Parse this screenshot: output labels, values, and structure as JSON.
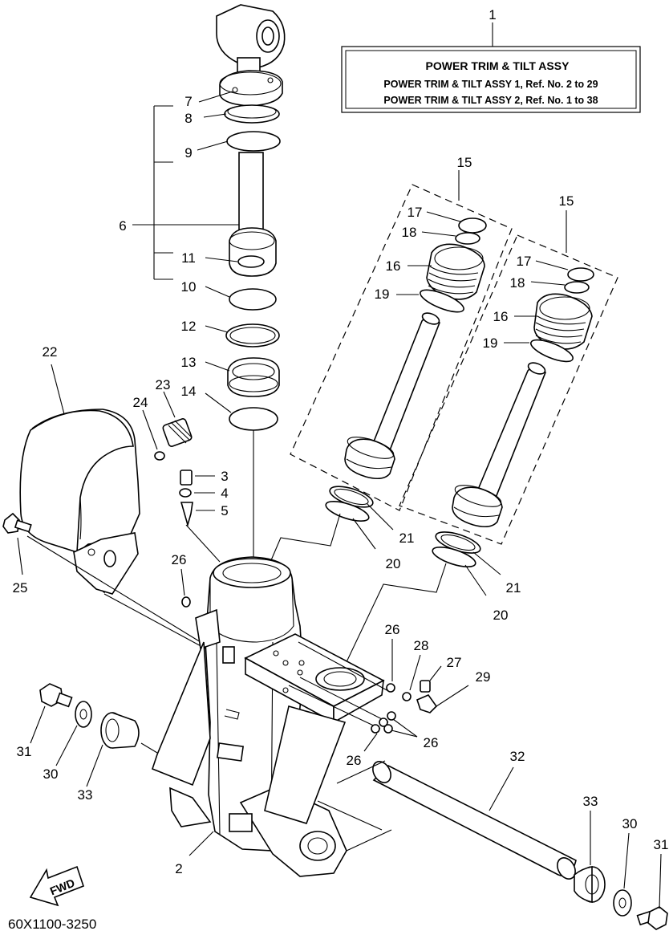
{
  "title_box": {
    "ref": "1",
    "title": "POWER TRIM  &  TILT ASSY",
    "line1": "POWER TRIM & TILT ASSY 1,  Ref. No. 2 to 29",
    "line2": "POWER TRIM & TILT ASSY 2,  Ref. No. 1 to 38"
  },
  "callouts": {
    "c2": "2",
    "c3": "3",
    "c4": "4",
    "c5": "5",
    "c6": "6",
    "c7": "7",
    "c8": "8",
    "c9": "9",
    "c10": "10",
    "c11": "11",
    "c12": "12",
    "c13": "13",
    "c14": "14",
    "c15a": "15",
    "c15b": "15",
    "c16a": "16",
    "c16b": "16",
    "c17a": "17",
    "c17b": "17",
    "c18a": "18",
    "c18b": "18",
    "c19a": "19",
    "c19b": "19",
    "c20a": "20",
    "c20b": "20",
    "c21a": "21",
    "c21b": "21",
    "c22": "22",
    "c23": "23",
    "c24": "24",
    "c25": "25",
    "c26a": "26",
    "c26b": "26",
    "c26c": "26",
    "c26d": "26",
    "c27": "27",
    "c28": "28",
    "c29": "29",
    "c30a": "30",
    "c30b": "30",
    "c31a": "31",
    "c31b": "31",
    "c32": "32",
    "c33a": "33",
    "c33b": "33"
  },
  "fwd_label": "FWD",
  "diagram_code": "60X1100-3250"
}
